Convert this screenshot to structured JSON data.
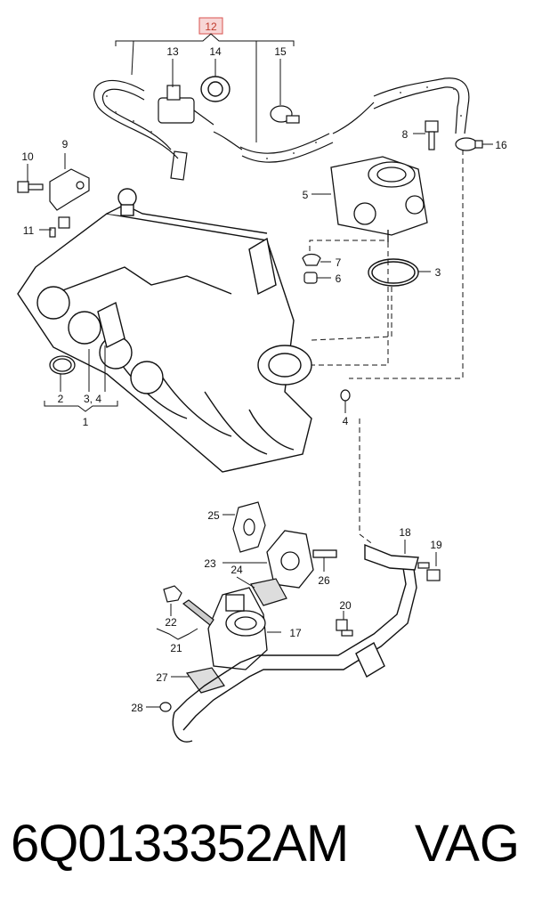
{
  "highlight_color": "#d9534f",
  "highlight_fill": "#f7d6d6",
  "callouts": {
    "c1": "1",
    "c2": "2",
    "c34": "3, 4",
    "c3": "3",
    "c4": "4",
    "c5": "5",
    "c6": "6",
    "c7": "7",
    "c8": "8",
    "c9": "9",
    "c10": "10",
    "c11": "11",
    "c12": "12",
    "c13": "13",
    "c14": "14",
    "c15": "15",
    "c16": "16",
    "c17": "17",
    "c18": "18",
    "c19": "19",
    "c20": "20",
    "c21": "21",
    "c22": "22",
    "c23": "23",
    "c24": "24",
    "c25": "25",
    "c26": "26",
    "c27": "27",
    "c28": "28"
  },
  "footer": {
    "part_number": "6Q0133352AM",
    "brand": "VAG"
  }
}
